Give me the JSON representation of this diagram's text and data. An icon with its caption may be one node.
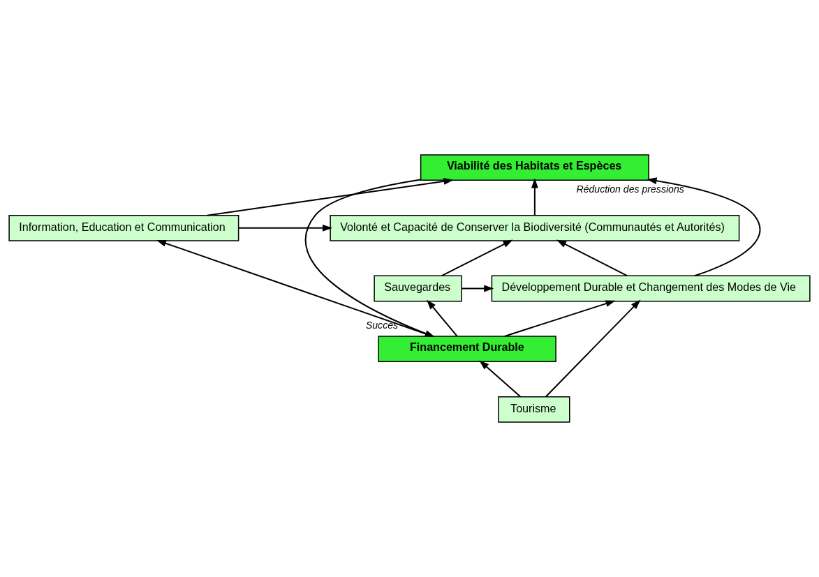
{
  "diagram": {
    "nodes": [
      {
        "text": [
          "Viabilité des Habitats et Espèces"
        ]
      },
      {
        "text": [
          "Volonté et Capacité de Conserver la Biodiversité (Communautés et Autorités)"
        ]
      },
      {
        "text": [
          "Information, Education et Communication"
        ]
      },
      {
        "text": [
          "Développement Durable et Changement des Modes de Vie"
        ]
      },
      {
        "text": [
          "Sauvegardes"
        ]
      },
      {
        "text": [
          "Financement Durable"
        ]
      },
      {
        "text": [
          "Tourisme"
        ]
      }
    ],
    "edges": [
      {
        "from": 3,
        "to": 0,
        "arrow": "to",
        "label": "Réduction des pressions"
      },
      {
        "from": 1,
        "to": 0,
        "arrow": "to"
      },
      {
        "from": 2,
        "to": 0,
        "arrow": "to"
      },
      {
        "from": 3,
        "to": 1,
        "arrow": "to"
      },
      {
        "from": 2,
        "to": 1,
        "arrow": "to"
      },
      {
        "from": 4,
        "to": 1,
        "arrow": "to"
      },
      {
        "from": 4,
        "to": 3,
        "arrow": "to"
      },
      {
        "from": 5,
        "to": 4,
        "arrow": "to"
      },
      {
        "from": 5,
        "to": 3,
        "arrow": "to"
      },
      {
        "from": 5,
        "to": 2,
        "arrow": "to"
      },
      {
        "from": 6,
        "to": 3,
        "arrow": "to"
      },
      {
        "from": 6,
        "to": 5,
        "arrow": "to"
      },
      {
        "from": 0,
        "to": 5,
        "arrow": "to",
        "label": "Succès"
      }
    ]
  }
}
